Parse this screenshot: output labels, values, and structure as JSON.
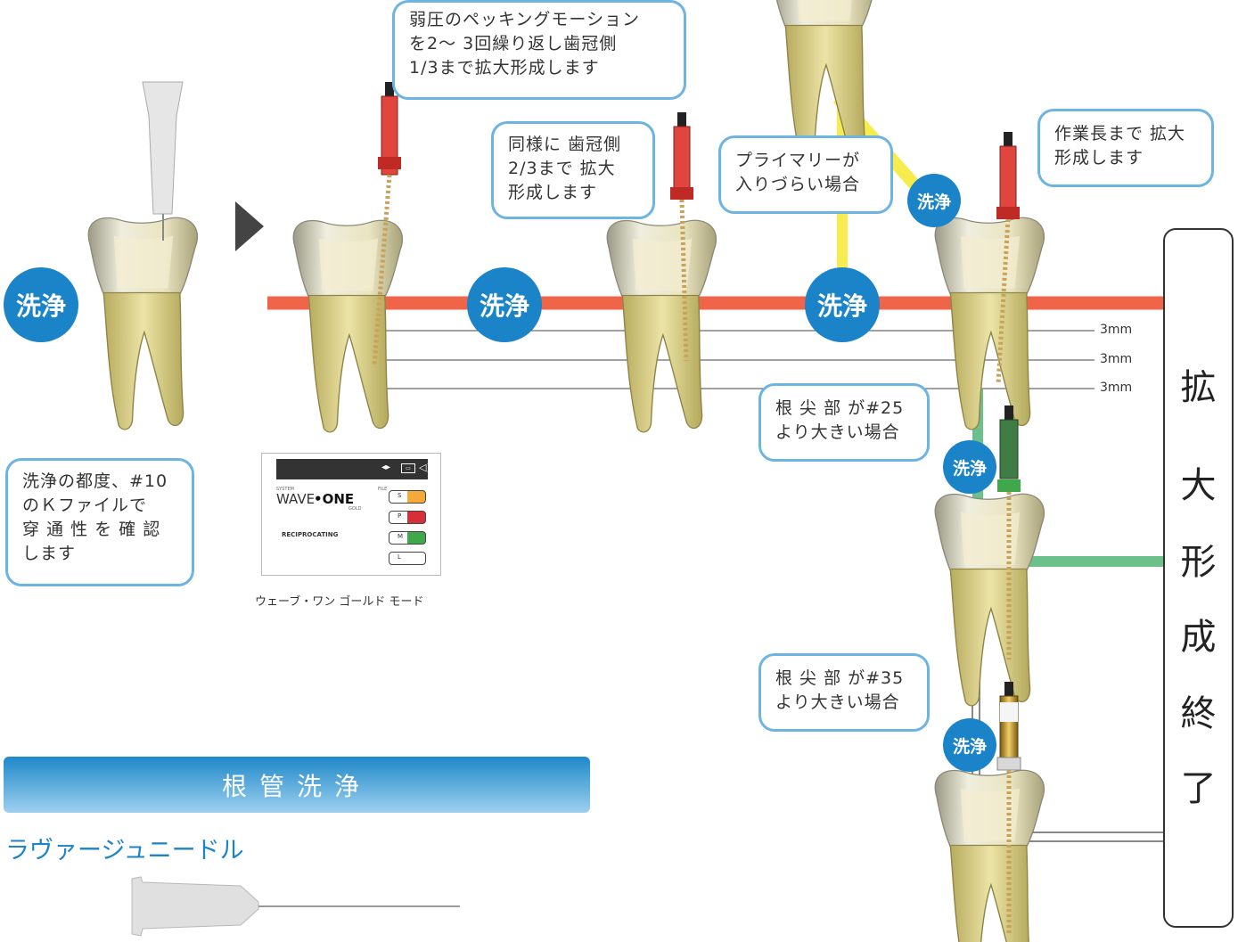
{
  "callouts": {
    "pecking": [
      "弱圧のペッキングモーション",
      "を2～ 3回繰り返し歯冠側",
      "1/3まで拡大形成します"
    ],
    "two_thirds": [
      "同様に 歯冠側",
      "2/3まで 拡大",
      "形成します"
    ],
    "primary": [
      "プライマリーが",
      "入りづらい場合"
    ],
    "working_length": [
      "作業長まで 拡大",
      "形成します"
    ],
    "apex25": [
      "根 尖 部 が#25",
      "より大きい場合"
    ],
    "apex35": [
      "根 尖 部 が#35",
      "より大きい場合"
    ],
    "k_file": [
      "洗浄の都度、#10",
      "のＫファイルで",
      "穿 通 性 を 確 認",
      "します"
    ]
  },
  "wash_label": "洗浄",
  "depth_marks": [
    "3mm",
    "3mm",
    "3mm"
  ],
  "end_label_chars": [
    "拡",
    "大",
    "形",
    "成",
    "終",
    "了"
  ],
  "motor_panel": {
    "caption": "ウェーブ・ワン ゴールド モード",
    "system_small": "SYSTEM",
    "brand_a": "WAVE",
    "brand_b": "•ONE",
    "brand_sub": "GOLD",
    "mode": "RECIPROCATING",
    "file_small": "FILE",
    "file_buttons": [
      "S",
      "P",
      "M",
      "L"
    ],
    "file_colors": [
      "#f4a93a",
      "#d62f3a",
      "#3ea84a",
      "#ffffff"
    ]
  },
  "banner_title": "根管洗浄",
  "needle_title": "ラヴァージュニードル",
  "colors": {
    "main_line": "#f0654a",
    "primary_line": "#f7ec4e",
    "medium_line": "#6cc08a",
    "callout_border": "#6cb4e4",
    "wash_badge": "#1b83c8"
  }
}
